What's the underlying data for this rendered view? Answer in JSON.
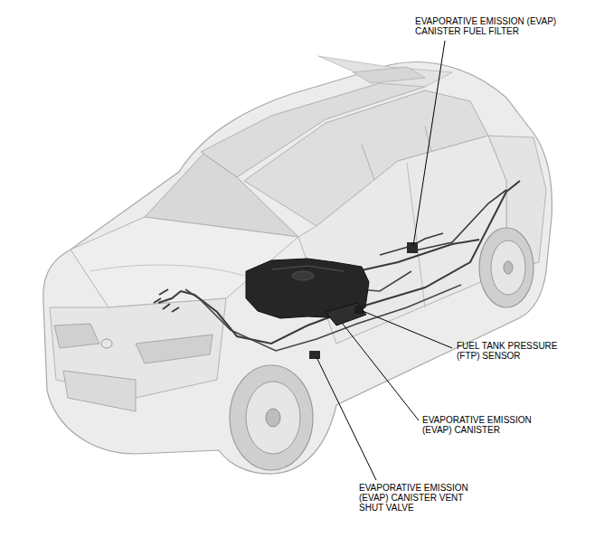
{
  "diagram": {
    "labels": [
      "EVAPORATIVE EMISSION (EVAP) CANISTER FUEL FILTER",
      "FUEL TANK PRESSURE (FTP) SENSOR",
      "EVAPORATIVE EMISSION (EVAP) CANISTER",
      "EVAPORATIVE EMISSION (EVAP) CANISTER VENT SHUT VALVE"
    ]
  }
}
